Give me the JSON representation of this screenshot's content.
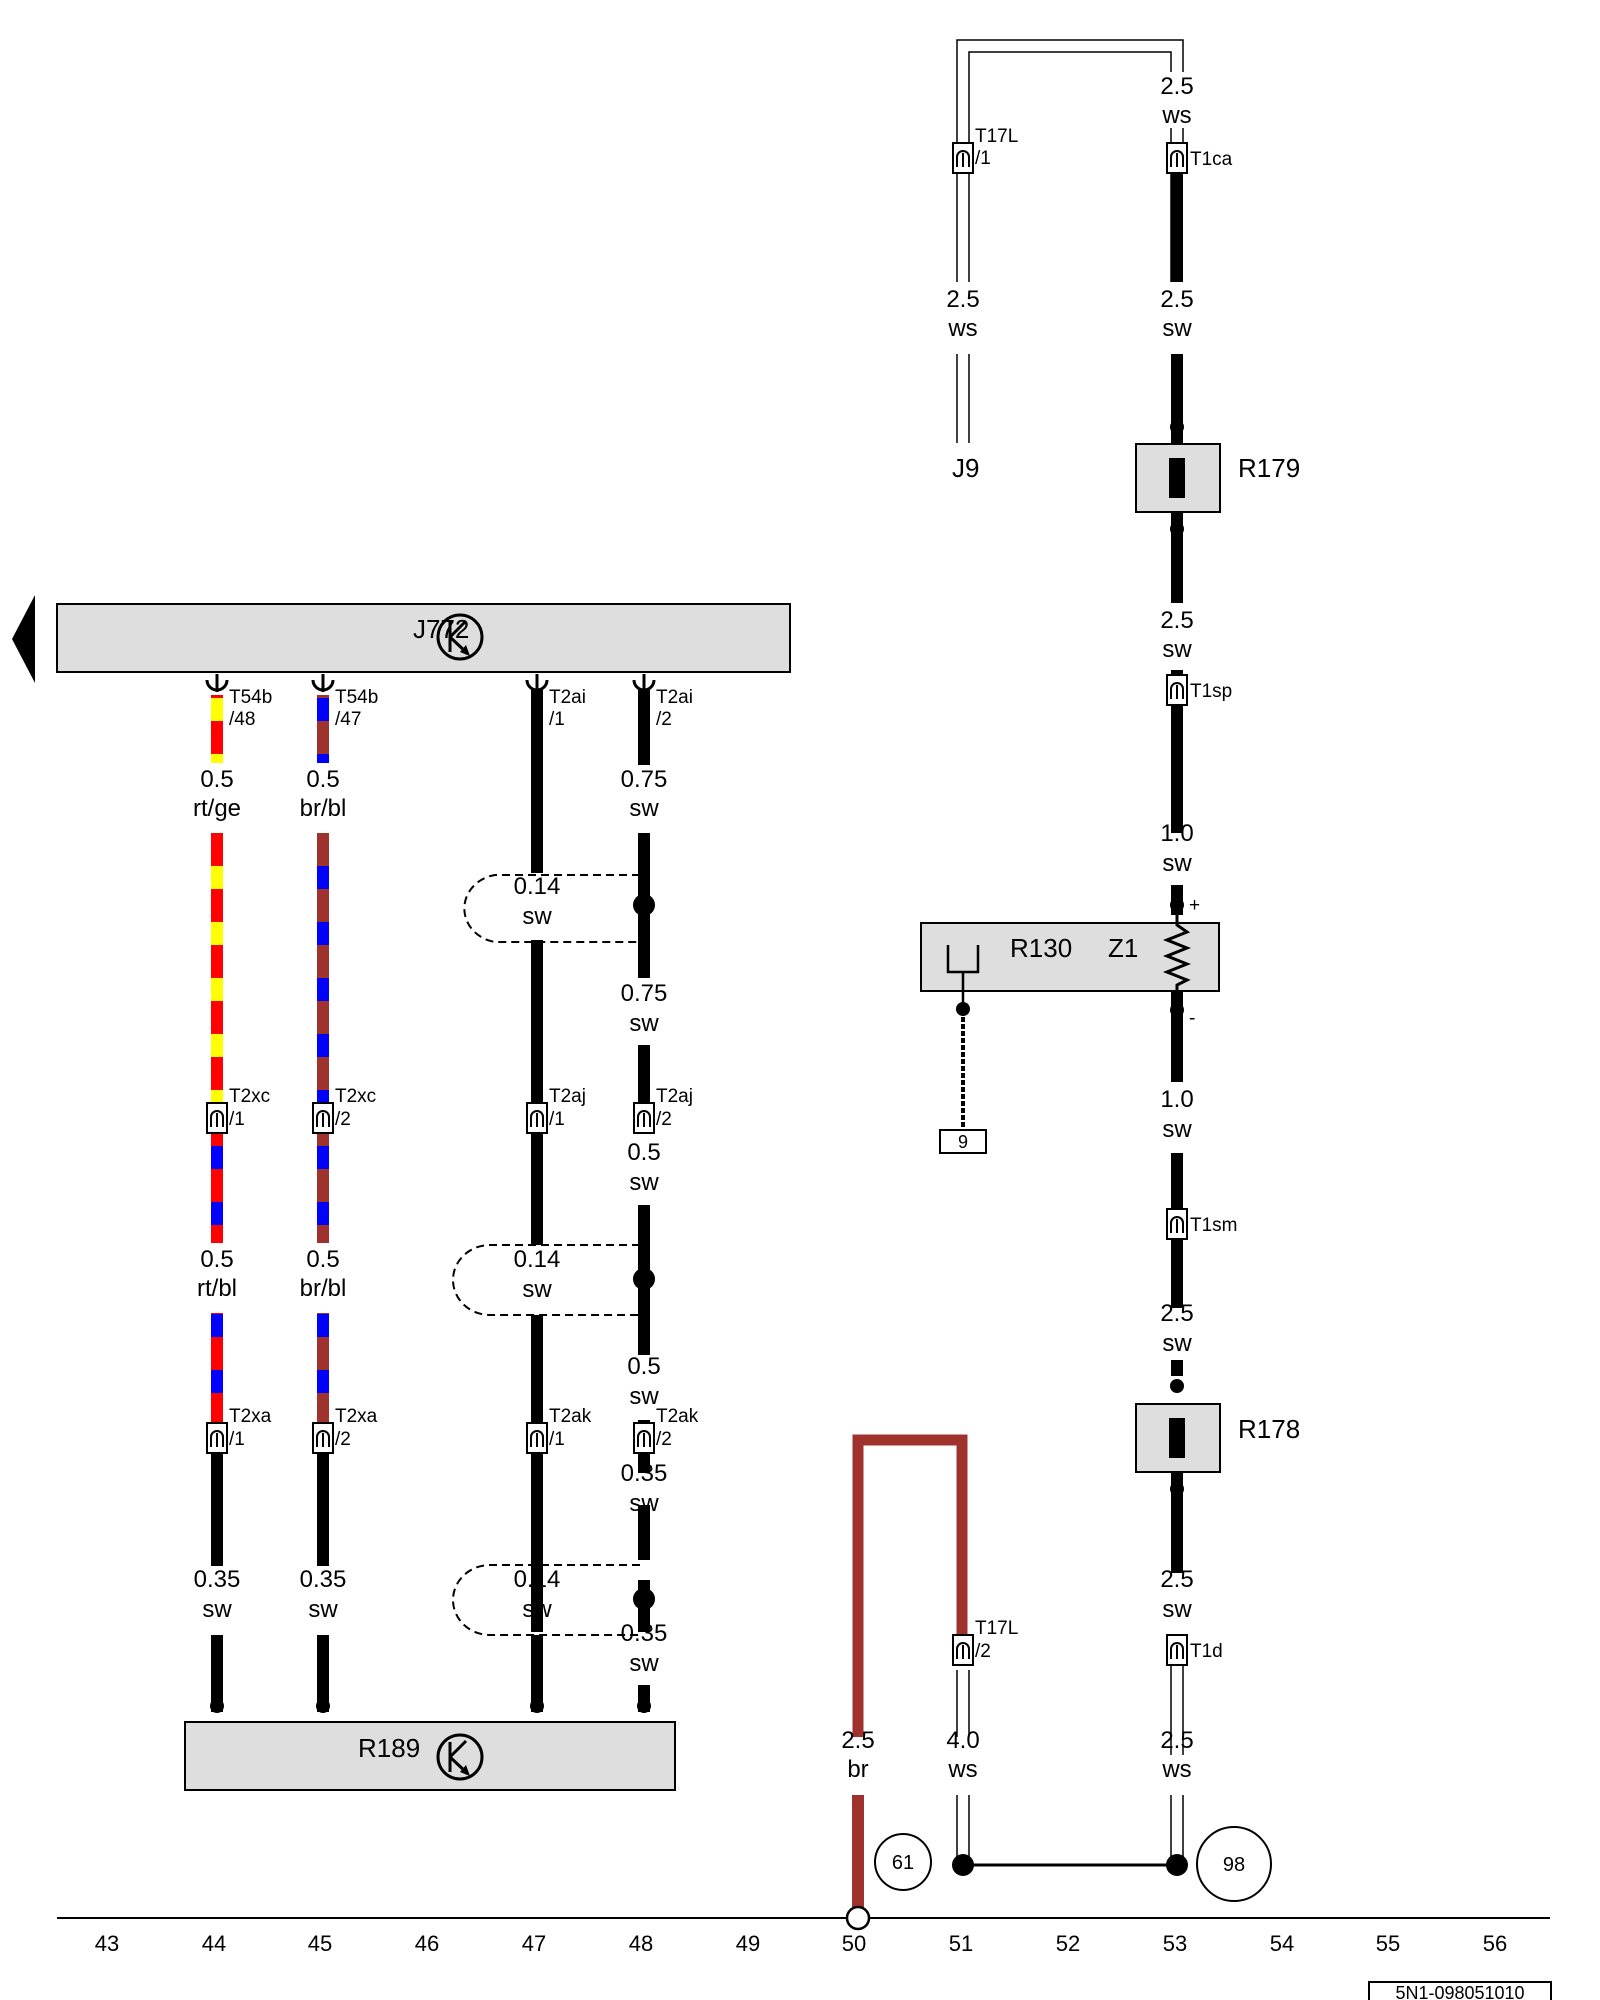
{
  "components": {
    "J772": "J772",
    "R189": "R189",
    "R179": "R179",
    "R178": "R178",
    "R130": "R130",
    "Z1": "Z1",
    "J9": "J9"
  },
  "connectors": {
    "T54b_48": [
      "T54b",
      "/48"
    ],
    "T54b_47": [
      "T54b",
      "/47"
    ],
    "T2ai_1": [
      "T2ai",
      "/1"
    ],
    "T2ai_2": [
      "T2ai",
      "/2"
    ],
    "T2xc_1": [
      "T2xc",
      "/1"
    ],
    "T2xc_2": [
      "T2xc",
      "/2"
    ],
    "T2aj_1": [
      "T2aj",
      "/1"
    ],
    "T2aj_2": [
      "T2aj",
      "/2"
    ],
    "T2xa_1": [
      "T2xa",
      "/1"
    ],
    "T2xa_2": [
      "T2xa",
      "/2"
    ],
    "T2ak_1": [
      "T2ak",
      "/1"
    ],
    "T2ak_2": [
      "T2ak",
      "/2"
    ],
    "T17L_1": [
      "T17L",
      "/1"
    ],
    "T17L_2": [
      "T17L",
      "/2"
    ],
    "T1ca": "T1ca",
    "T1sp": "T1sp",
    "T1sm": "T1sm",
    "T1d": "T1d"
  },
  "wires": {
    "c44a": [
      "0.5",
      "rt/ge"
    ],
    "c45a": [
      "0.5",
      "br/bl"
    ],
    "c48a": [
      "0.75",
      "sw"
    ],
    "c47s1": [
      "0.14",
      "sw"
    ],
    "c48b": [
      "0.75",
      "sw"
    ],
    "c48c": [
      "0.5",
      "sw"
    ],
    "c44b": [
      "0.5",
      "rt/bl"
    ],
    "c45b": [
      "0.5",
      "br/bl"
    ],
    "c47s2": [
      "0.14",
      "sw"
    ],
    "c48d": [
      "0.5",
      "sw"
    ],
    "c48e": [
      "0.35",
      "sw"
    ],
    "c44c": [
      "0.35",
      "sw"
    ],
    "c45c": [
      "0.35",
      "sw"
    ],
    "c47s3": [
      "0.14",
      "sw"
    ],
    "c48f": [
      "0.35",
      "sw"
    ],
    "c51a": [
      "2.5",
      "ws"
    ],
    "c53a": [
      "2.5",
      "ws"
    ],
    "c53b": [
      "2.5",
      "sw"
    ],
    "c53c": [
      "2.5",
      "sw"
    ],
    "c53d": [
      "1.0",
      "sw"
    ],
    "c53e": [
      "1.0",
      "sw"
    ],
    "c53f": [
      "2.5",
      "sw"
    ],
    "c53g": [
      "2.5",
      "sw"
    ],
    "c50": [
      "2.5",
      "br"
    ],
    "c51b": [
      "4.0",
      "ws"
    ],
    "c53h": [
      "2.5",
      "ws"
    ]
  },
  "terminals": {
    "plus": "+",
    "minus": "-"
  },
  "ground_refs": [
    "9",
    "61",
    "98"
  ],
  "columns": [
    "43",
    "44",
    "45",
    "46",
    "47",
    "48",
    "49",
    "50",
    "51",
    "52",
    "53",
    "54",
    "55",
    "56"
  ],
  "diagram_code": "5N1-098051010",
  "colors": {
    "rt": "#ff0000",
    "ge": "#ffff00",
    "bl": "#0000ff",
    "br": "#a0322d",
    "sw": "#000000",
    "ws": "#ffffff",
    "box": "#dedede"
  }
}
